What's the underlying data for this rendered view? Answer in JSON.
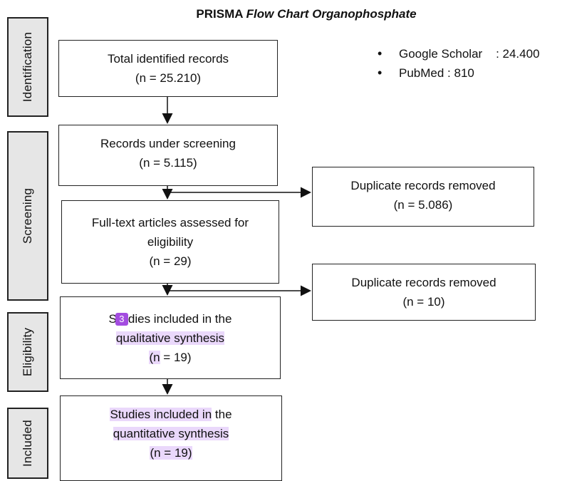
{
  "title": {
    "prefix": "PRISMA",
    "italic": "Flow Chart Organophosphate"
  },
  "stages": [
    {
      "label": "Identification"
    },
    {
      "label": "Screening"
    },
    {
      "label": "Eligibility"
    },
    {
      "label": "Included"
    }
  ],
  "boxes": {
    "identified": {
      "line1": "Total identified records",
      "line2": "(n = 25.210)"
    },
    "screening": {
      "line1": "Records under screening",
      "line2": "(n = 5.115)"
    },
    "dup1": {
      "line1": "Duplicate records removed",
      "line2": "(n = 5.086)"
    },
    "fulltext": {
      "line1": "Full-text articles assessed for",
      "line2": "eligibility",
      "line3": "(n = 29)"
    },
    "dup2": {
      "line1": "Duplicate records removed",
      "line2": "(n = 10)"
    },
    "qualitative": {
      "line1_pre": "S",
      "line1_post": "dies included in the",
      "line2": "qualitative synthesis",
      "line3_hl": "(n",
      "line3_rest": " = 19)"
    },
    "quantitative": {
      "line1_hl": "Studies included in",
      "line1_rest": " the",
      "line2": "quantitative synthesis",
      "line3": "(n = 19)"
    }
  },
  "badge": {
    "value": "3"
  },
  "sources": [
    {
      "label": "Google Scholar    : 24.400"
    },
    {
      "label": "PubMed : 810"
    }
  ],
  "colors": {
    "highlight": "#ead8fb",
    "badge": "#a34ce0",
    "stage_bg": "#e6e6e6"
  }
}
